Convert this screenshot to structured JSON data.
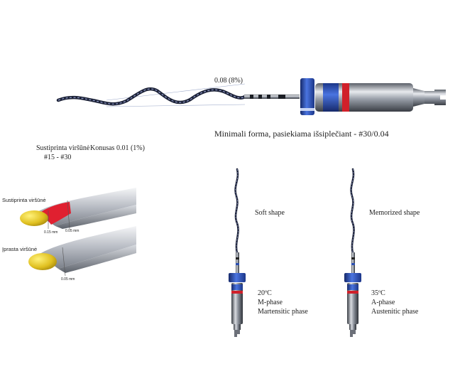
{
  "top": {
    "taper_label": "0.08 (8%)",
    "tip_label_line1": "Sustiprinta viršūnė",
    "tip_label_line2": "#15 - #30",
    "taper_small_label": "Konusas 0.01 (1%)",
    "caption": "Minimali forma, pasiekiama išsiplečiant - #30/0.04"
  },
  "tips": {
    "reinforced_label": "Sustiprinta viršūnė",
    "reinforced_measure_1": "0.15 mm",
    "reinforced_measure_2": "0.05 mm",
    "regular_label": "Įprasta viršūnė",
    "regular_measure": "0.05 mm"
  },
  "soft": {
    "title": "Soft shape",
    "temp": "20ºC",
    "phase": "M-phase",
    "phase_name": "Martensitic phase"
  },
  "memorized": {
    "title": "Memorized shape",
    "temp": "35ºC",
    "phase": "A-phase",
    "phase_name": "Austenitic phase"
  },
  "colors": {
    "ring_blue": "#2c4fb0",
    "ring_red": "#d0202a",
    "tip_gold": "#e0c020",
    "tip_red": "#e02030",
    "metal": "#8a8f99"
  }
}
